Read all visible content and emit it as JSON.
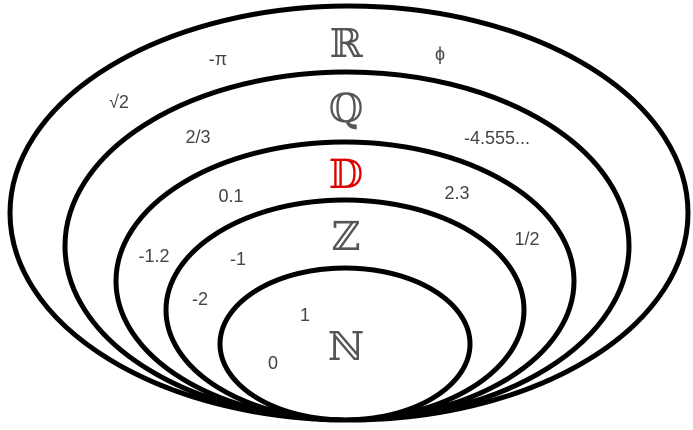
{
  "sets": [
    {
      "symbol": "ℝ",
      "color": "#555555"
    },
    {
      "symbol": "ℚ",
      "color": "#555555"
    },
    {
      "symbol": "𝔻",
      "color": "#e00000"
    },
    {
      "symbol": "ℤ",
      "color": "#555555"
    },
    {
      "symbol": "ℕ",
      "color": "#555555"
    }
  ],
  "elements": {
    "real": [
      "-π",
      "ϕ",
      "√2"
    ],
    "rational": [
      "2/3",
      "-4.555...",
      "1/2"
    ],
    "decimal": [
      "0.1",
      "2.3",
      "-1.2"
    ],
    "integer": [
      "-1",
      "-2"
    ],
    "natural": [
      "1",
      "0"
    ]
  }
}
